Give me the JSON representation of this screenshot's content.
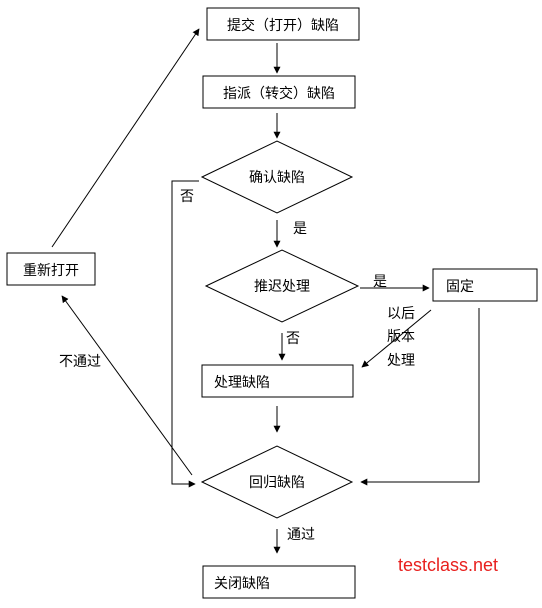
{
  "diagram": {
    "nodes": {
      "submit": "提交（打开）缺陷",
      "assign": "指派（转交）缺陷",
      "confirm": "确认缺陷",
      "defer": "推迟处理",
      "fixed": "固定",
      "handle": "处理缺陷",
      "regress": "回归缺陷",
      "close": "关闭缺陷",
      "reopen": "重新打开"
    },
    "edges": {
      "confirm_no": "否",
      "confirm_yes": "是",
      "defer_yes": "是",
      "defer_no": "否",
      "later_line1": "以后",
      "later_line2": "版本",
      "later_line3": "处理",
      "fail": "不通过",
      "pass": "通过"
    }
  },
  "watermark": "testclass.net",
  "colors": {
    "stroke": "#000000",
    "watermark": "#e8201e"
  }
}
